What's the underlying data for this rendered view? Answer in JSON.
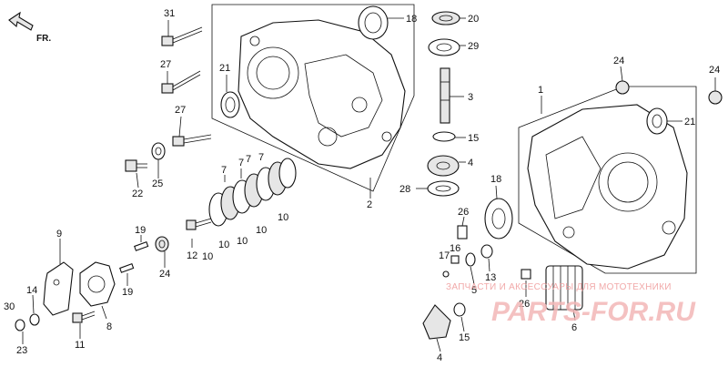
{
  "diagram": {
    "direction_label": "FR.",
    "callouts": [
      {
        "id": "c31",
        "text": "31"
      },
      {
        "id": "c18a",
        "text": "18"
      },
      {
        "id": "c20",
        "text": "20"
      },
      {
        "id": "c29",
        "text": "29"
      },
      {
        "id": "c27a",
        "text": "27"
      },
      {
        "id": "c21a",
        "text": "21"
      },
      {
        "id": "c3",
        "text": "3"
      },
      {
        "id": "c24a",
        "text": "24"
      },
      {
        "id": "c24b",
        "text": "24"
      },
      {
        "id": "c1",
        "text": "1"
      },
      {
        "id": "c21b",
        "text": "21"
      },
      {
        "id": "c27b",
        "text": "27"
      },
      {
        "id": "c15a",
        "text": "15"
      },
      {
        "id": "c4a",
        "text": "4"
      },
      {
        "id": "c22",
        "text": "22"
      },
      {
        "id": "c25",
        "text": "25"
      },
      {
        "id": "c7a",
        "text": "7"
      },
      {
        "id": "c7b",
        "text": "7"
      },
      {
        "id": "c7c",
        "text": "7"
      },
      {
        "id": "c7d",
        "text": "7"
      },
      {
        "id": "c18b",
        "text": "18"
      },
      {
        "id": "c28",
        "text": "28"
      },
      {
        "id": "c2",
        "text": "2"
      },
      {
        "id": "c26a",
        "text": "26"
      },
      {
        "id": "c9",
        "text": "9"
      },
      {
        "id": "c19a",
        "text": "19"
      },
      {
        "id": "c10a",
        "text": "10"
      },
      {
        "id": "c10b",
        "text": "10"
      },
      {
        "id": "c10c",
        "text": "10"
      },
      {
        "id": "c10d",
        "text": "10"
      },
      {
        "id": "c10e",
        "text": "10"
      },
      {
        "id": "c16",
        "text": "16"
      },
      {
        "id": "c17",
        "text": "17"
      },
      {
        "id": "c12",
        "text": "12"
      },
      {
        "id": "c24c",
        "text": "24"
      },
      {
        "id": "c19b",
        "text": "19"
      },
      {
        "id": "c5",
        "text": "5"
      },
      {
        "id": "c13",
        "text": "13"
      },
      {
        "id": "c14",
        "text": "14"
      },
      {
        "id": "c30",
        "text": "30"
      },
      {
        "id": "c8",
        "text": "8"
      },
      {
        "id": "c26b",
        "text": "26"
      },
      {
        "id": "c6",
        "text": "6"
      },
      {
        "id": "c15b",
        "text": "15"
      },
      {
        "id": "c23",
        "text": "23"
      },
      {
        "id": "c11",
        "text": "11"
      },
      {
        "id": "c4b",
        "text": "4"
      }
    ]
  },
  "watermark": {
    "tagline": "ЗАПЧАСТИ И АКСЕССУАРЫ ДЛЯ МОТОТЕХНИКИ",
    "brand": "PARTS-FOR.RU"
  }
}
